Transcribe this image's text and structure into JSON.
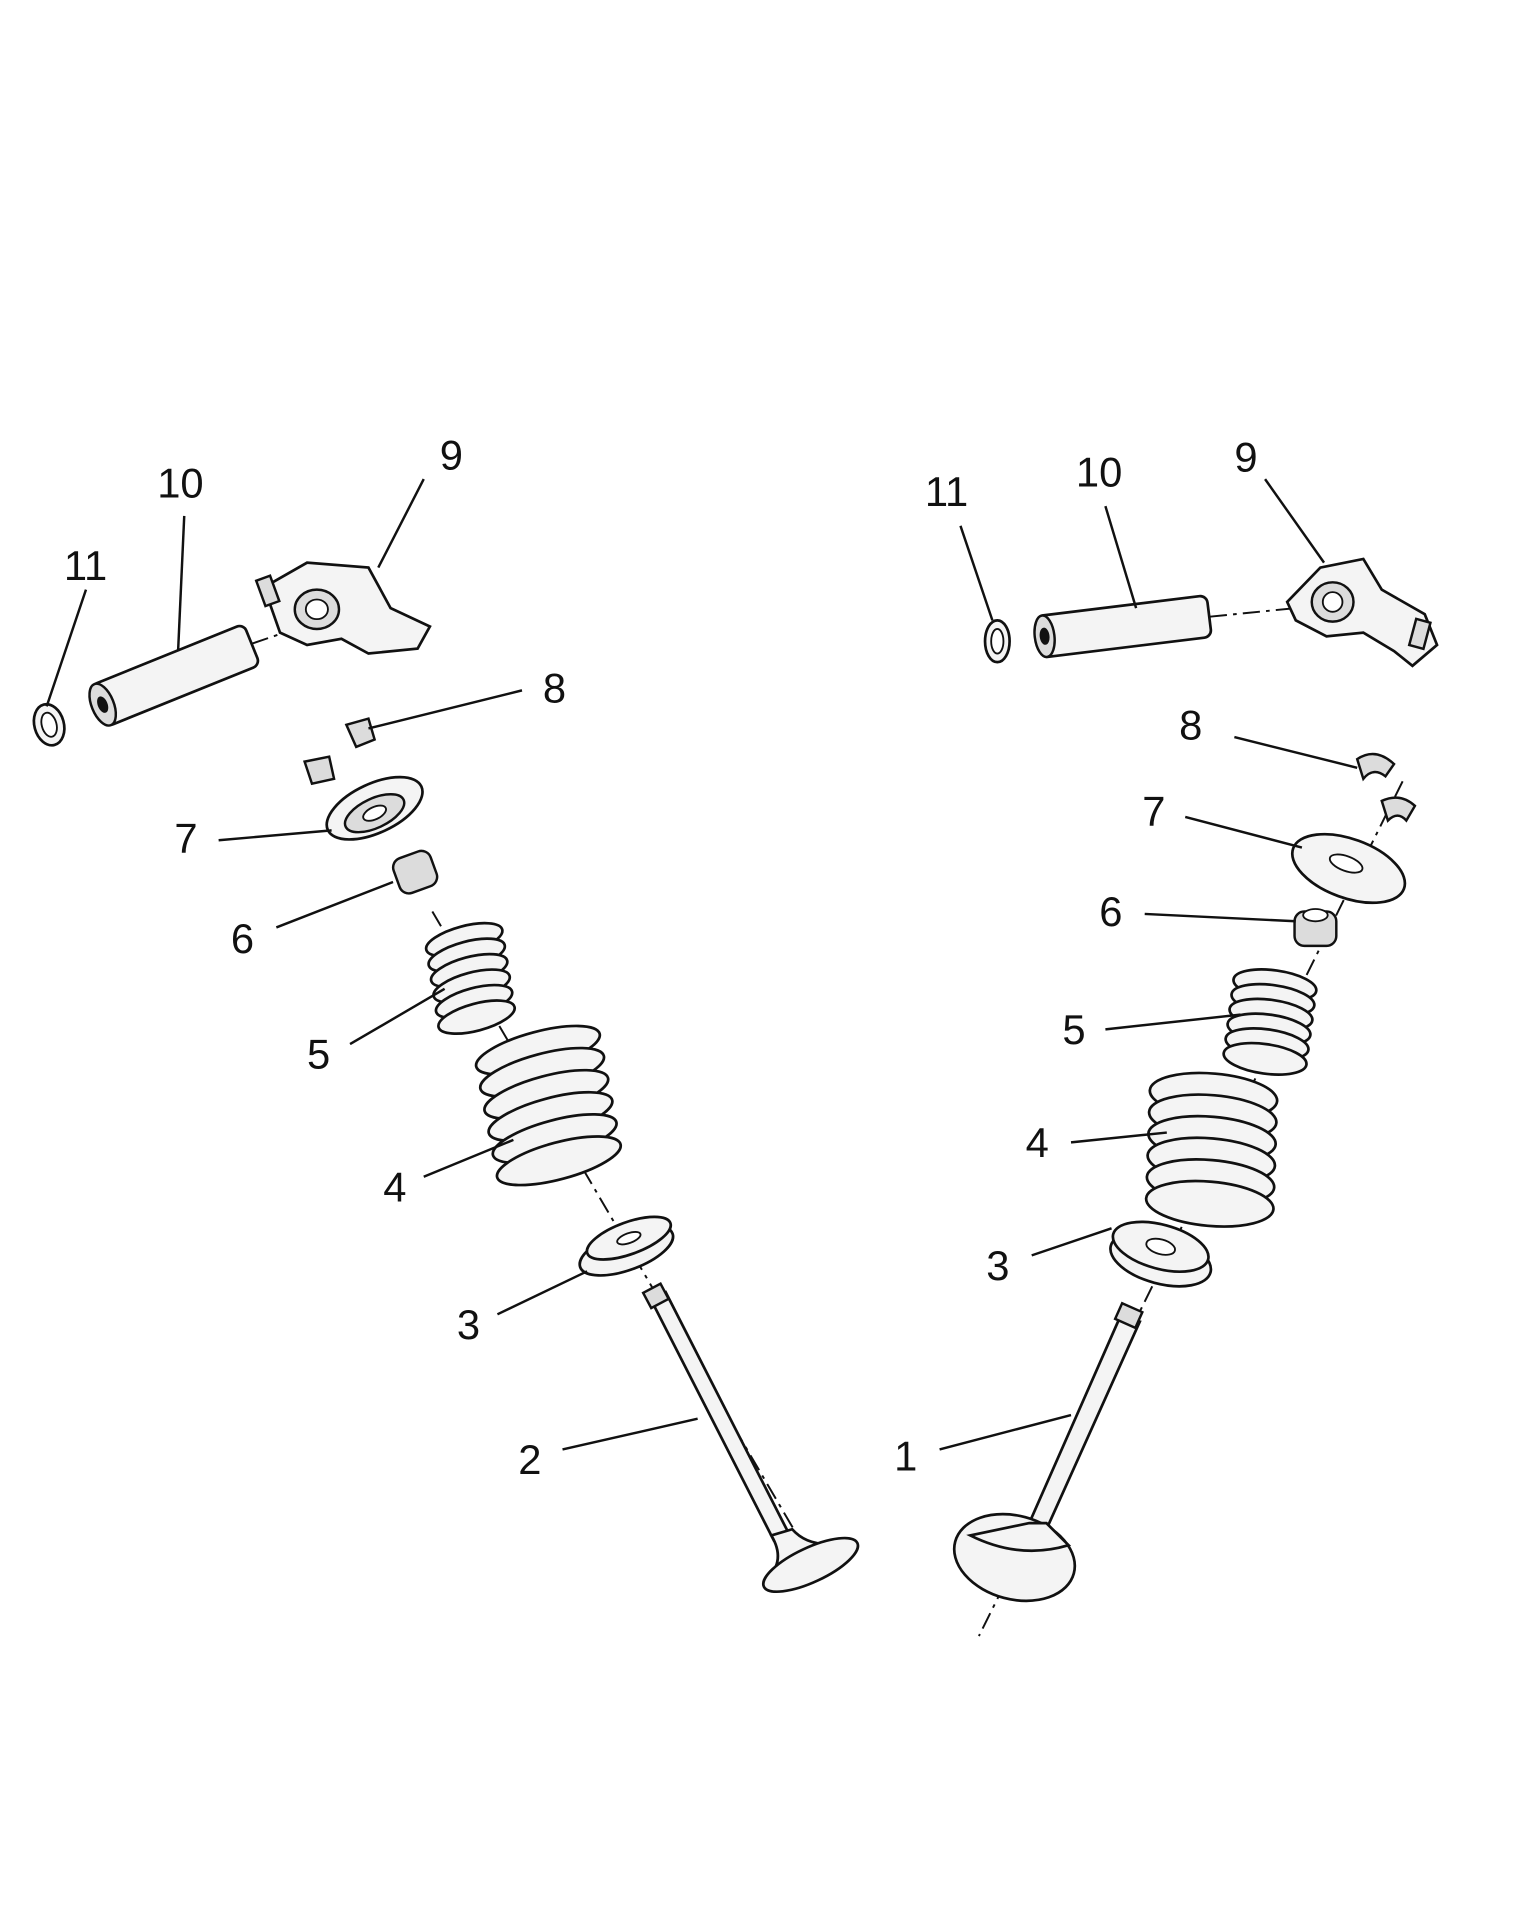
{
  "diagram": {
    "title": "Valve train exploded view",
    "left_assembly": {
      "labels": [
        "11",
        "10",
        "9",
        "8",
        "7",
        "6",
        "5",
        "4",
        "3",
        "2"
      ]
    },
    "right_assembly": {
      "labels": [
        "11",
        "10",
        "9",
        "8",
        "7",
        "6",
        "5",
        "4",
        "3",
        "1"
      ]
    }
  }
}
